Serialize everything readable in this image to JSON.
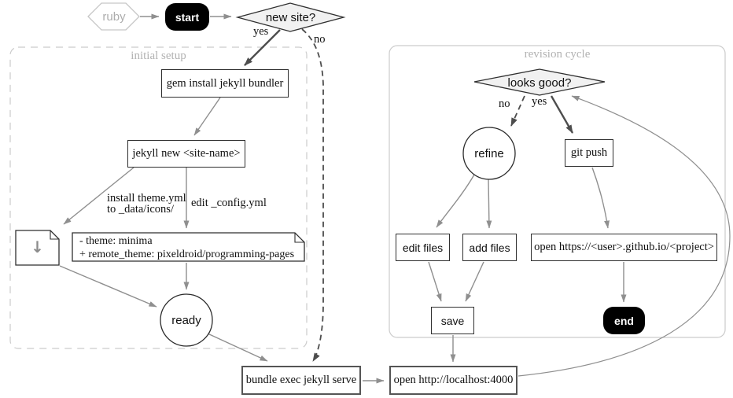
{
  "diagram": {
    "clusters": {
      "initial_setup": {
        "label": "initial setup"
      },
      "revision_cycle": {
        "label": "revision cycle"
      }
    },
    "nodes": {
      "ruby": {
        "label": "ruby"
      },
      "start": {
        "label": "start"
      },
      "new_site": {
        "label": "new site?"
      },
      "gem_install": {
        "label": "gem install jekyll bundler"
      },
      "jekyll_new": {
        "label": "jekyll new <site-name>"
      },
      "theme_note": {
        "icon": "download-icon",
        "icon_glyph": "↓"
      },
      "config_note": {
        "line1": "- theme: minima",
        "line2": "+ remote_theme: pixeldroid/programming-pages"
      },
      "ready": {
        "label": "ready"
      },
      "bundle_serve": {
        "label": "bundle exec jekyll serve"
      },
      "open_localhost": {
        "label": "open http://localhost:4000"
      },
      "looks_good": {
        "label": "looks good?"
      },
      "refine": {
        "label": "refine"
      },
      "git_push": {
        "label": "git push"
      },
      "edit_files": {
        "label": "edit files"
      },
      "add_files": {
        "label": "add files"
      },
      "open_github": {
        "label": "open https://<user>.github.io/<project>"
      },
      "save": {
        "label": "save"
      },
      "end": {
        "label": "end"
      }
    },
    "edge_labels": {
      "new_site_yes": "yes",
      "new_site_no": "no",
      "install_theme_line1": "install theme.yml",
      "install_theme_line2": "to _data/icons/",
      "edit_config": "edit _config.yml",
      "looks_good_no": "no",
      "looks_good_yes": "yes"
    },
    "colors": {
      "edge_default": "#8f8f8f",
      "edge_emphasis": "#4d4d4d",
      "node_border": "#2f2f2f",
      "decision_fill": "#f1f1f1",
      "terminal_fill": "#000000",
      "terminal_text": "#ffffff",
      "cluster_border": "#cccccc",
      "muted_label": "#b2b2b2"
    }
  }
}
